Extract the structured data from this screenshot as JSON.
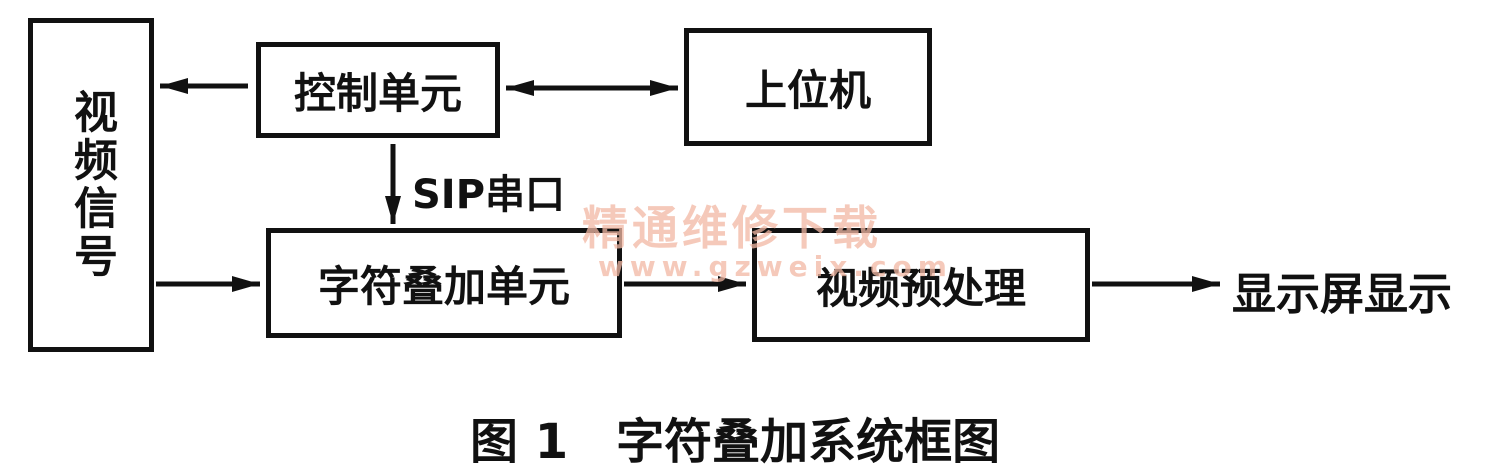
{
  "diagram": {
    "nodes": {
      "video_signal": "视频信号",
      "control_unit": "控制单元",
      "host_computer": "上位机",
      "char_overlay_unit": "字符叠加单元",
      "video_preprocess": "视频预处理"
    },
    "edge_labels": {
      "sip_serial": "SIP串口",
      "display_output": "显示屏显示"
    },
    "caption": "图 1　字符叠加系统框图"
  },
  "watermark": {
    "text": "精通维修下载",
    "url": "www.gzweix.com"
  }
}
